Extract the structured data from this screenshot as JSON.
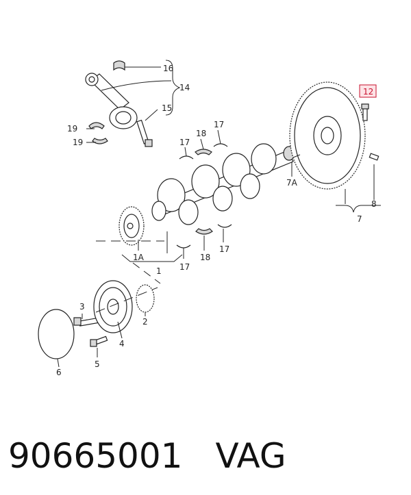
{
  "diagram": {
    "callouts": {
      "c16": "16",
      "c14": "14",
      "c15": "15",
      "c19a": "19",
      "c19b": "19",
      "c18a": "18",
      "c17a": "17",
      "c17b": "17",
      "c12": "12",
      "c7A": "7A",
      "c8": "8",
      "c7": "7",
      "c1A": "1A",
      "c1": "1",
      "c17c": "17",
      "c18b": "18",
      "c17d": "17",
      "c3": "3",
      "c2": "2",
      "c4": "4",
      "c5": "5",
      "c6": "6"
    },
    "highlighted_callout": "12",
    "highlight_color": "#c8102e"
  },
  "caption": {
    "part_number": "90665001",
    "brand": "VAG"
  }
}
